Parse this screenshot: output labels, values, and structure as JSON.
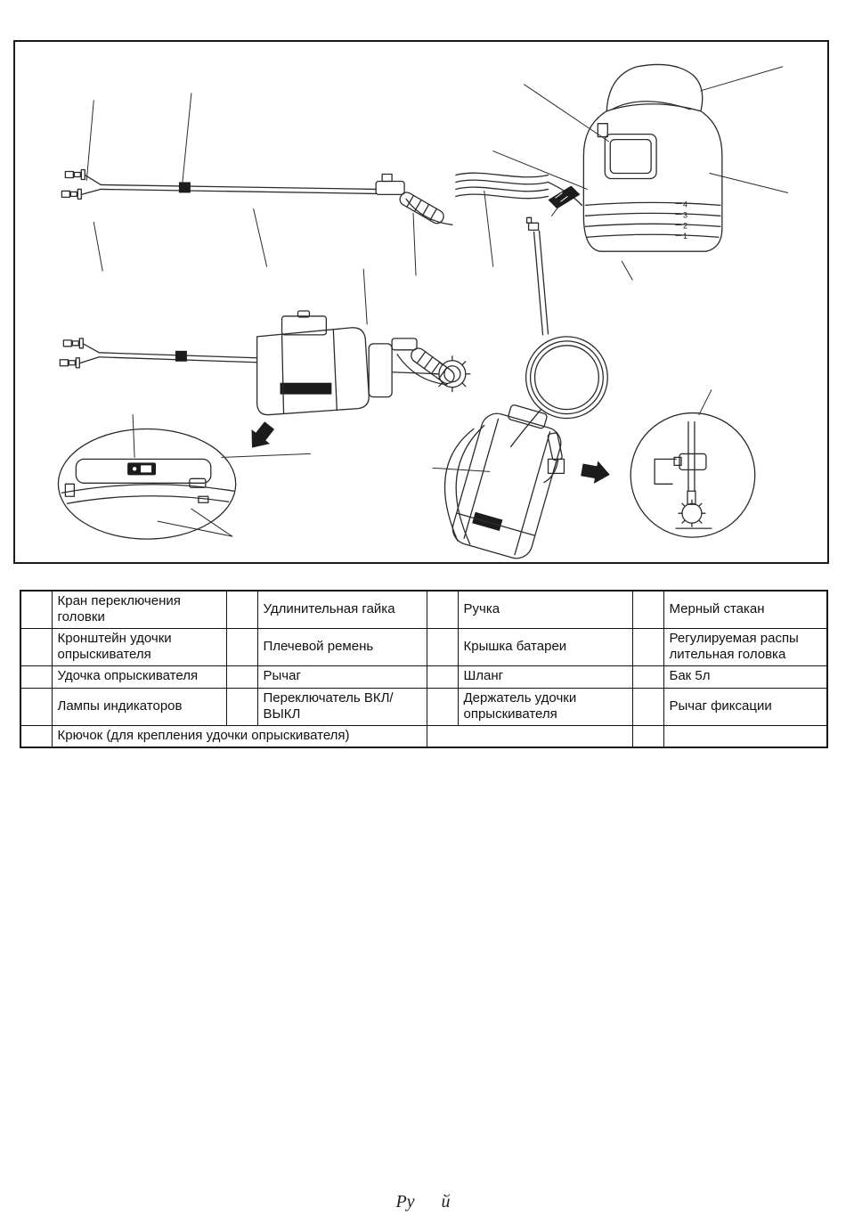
{
  "diagram": {
    "tank_scale": [
      "4",
      "3",
      "2",
      "1"
    ]
  },
  "table": {
    "rows": [
      [
        "Кран переключения головки",
        "Удлинительная гайка",
        "Ручка",
        "Мерный стакан"
      ],
      [
        "Кронштейн удочки опрыскивателя",
        "Плечевой ремень",
        "Крышка батареи",
        "Регулируемая распы лительная головка"
      ],
      [
        "Удочка опрыскивателя",
        "Рычаг",
        "Шланг",
        "Бак 5л"
      ],
      [
        "Лампы индикаторов",
        "Переключатель ВКЛ/ВЫКЛ",
        "Держатель удочки опрыскивателя",
        "Рычаг фиксации"
      ]
    ],
    "full_row": "Крючок (для крепления удочки опрыскивателя)"
  },
  "footer": {
    "language": "Ру      й"
  }
}
